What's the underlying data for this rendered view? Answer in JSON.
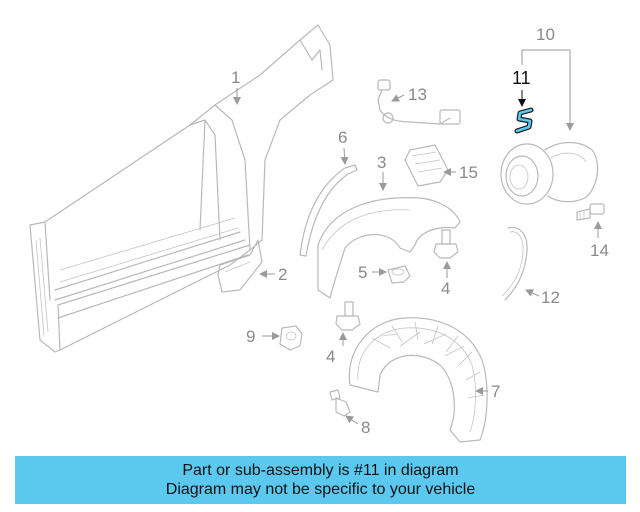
{
  "diagram": {
    "callouts": [
      {
        "id": "1",
        "label": "1"
      },
      {
        "id": "2",
        "label": "2"
      },
      {
        "id": "3",
        "label": "3"
      },
      {
        "id": "4a",
        "label": "4"
      },
      {
        "id": "4b",
        "label": "4"
      },
      {
        "id": "5",
        "label": "5"
      },
      {
        "id": "6",
        "label": "6"
      },
      {
        "id": "7",
        "label": "7"
      },
      {
        "id": "8",
        "label": "8"
      },
      {
        "id": "9",
        "label": "9"
      },
      {
        "id": "10",
        "label": "10"
      },
      {
        "id": "11",
        "label": "11"
      },
      {
        "id": "12",
        "label": "12"
      },
      {
        "id": "13",
        "label": "13"
      },
      {
        "id": "14",
        "label": "14"
      },
      {
        "id": "15",
        "label": "15"
      }
    ],
    "highlighted_part": "11",
    "highlight_color": "#5bc8ef"
  },
  "banner": {
    "line1": "Part or sub-assembly is #11 in diagram",
    "line2": "Diagram may not be specific to your vehicle",
    "background": "#5bc8ef"
  }
}
